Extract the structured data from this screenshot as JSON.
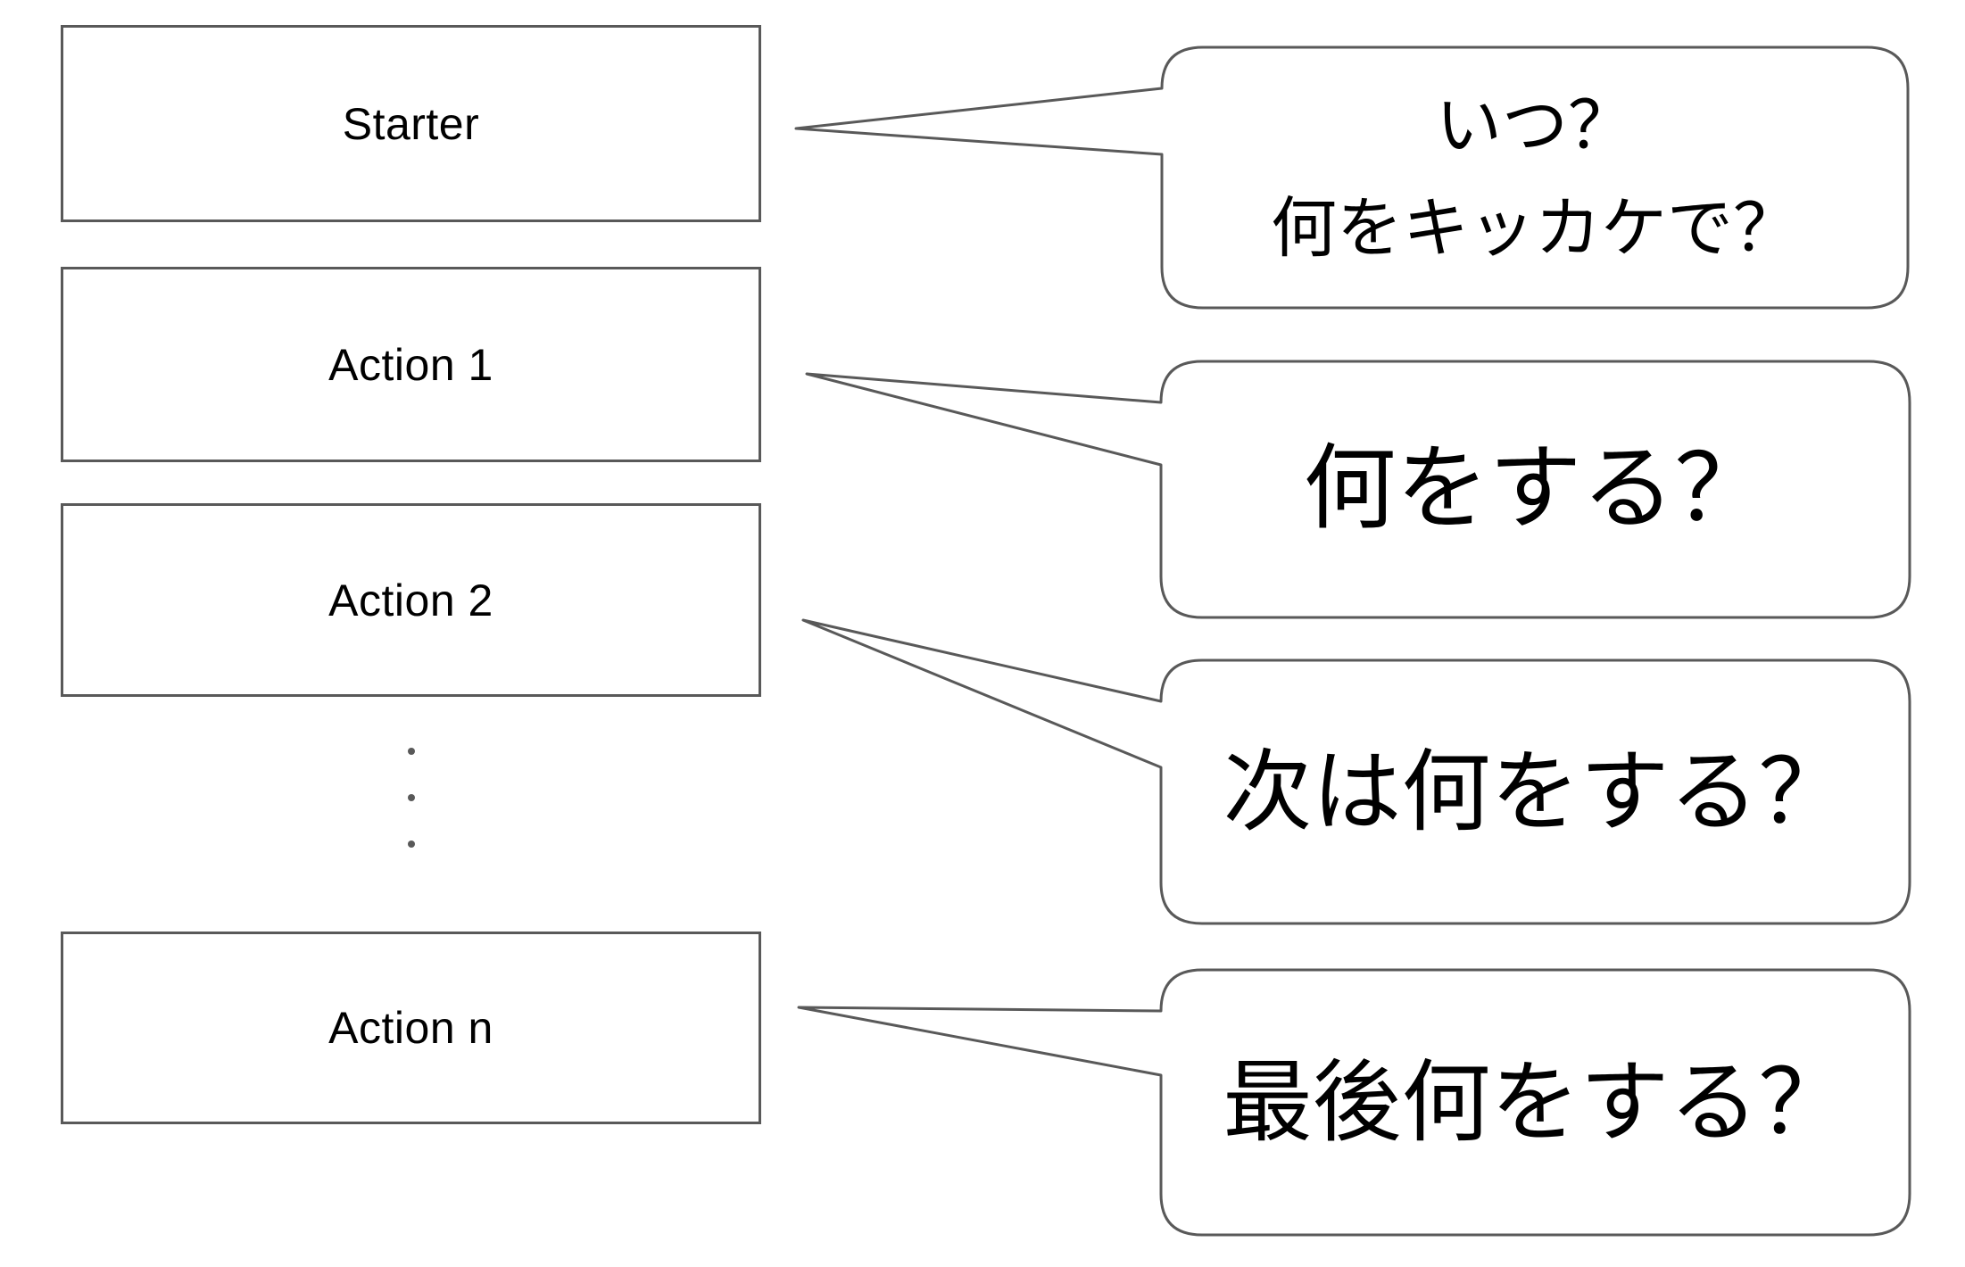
{
  "canvas": {
    "background_color": "#ffffff",
    "stroke_color": "#595959",
    "text_color": "#000000"
  },
  "boxes": [
    {
      "label": "Starter"
    },
    {
      "label": "Action 1"
    },
    {
      "label": "Action 2"
    },
    {
      "label": "Action n"
    }
  ],
  "ellipsis": {
    "description": "vertical-three-dots-between-action-2-and-action-n",
    "dot_count": 3
  },
  "bubbles": [
    {
      "lines": [
        "いつ？",
        "何をキッカケで？"
      ],
      "points_to": "Starter"
    },
    {
      "lines": [
        "何をする？"
      ],
      "points_to": "Action 1"
    },
    {
      "lines": [
        "次は何をする？"
      ],
      "points_to": "Action 2"
    },
    {
      "lines": [
        "最後何をする？"
      ],
      "points_to": "Action n"
    }
  ]
}
